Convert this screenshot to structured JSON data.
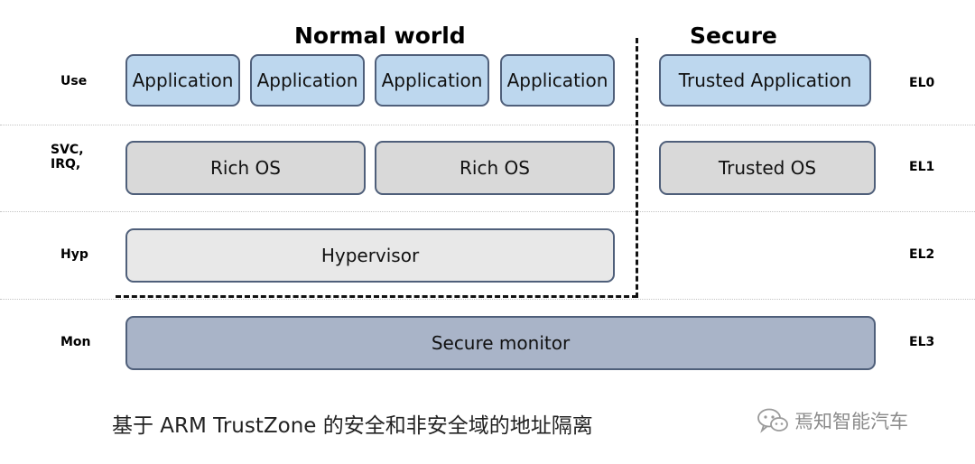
{
  "headings": {
    "normal": "Normal world",
    "secure": "Secure"
  },
  "rows": [
    {
      "mode": "Use",
      "level": "EL0"
    },
    {
      "mode": "SVC,\nIRQ,\n...",
      "level": "EL1"
    },
    {
      "mode": "Hyp",
      "level": "EL2"
    },
    {
      "mode": "Mon",
      "level": "EL3"
    }
  ],
  "normal_world": {
    "applications": [
      "Application",
      "Application",
      "Application",
      "Application"
    ],
    "rich_os": [
      "Rich OS",
      "Rich OS"
    ],
    "hypervisor": "Hypervisor"
  },
  "secure_world": {
    "trusted_application": "Trusted Application",
    "trusted_os": "Trusted OS"
  },
  "secure_monitor": "Secure monitor",
  "caption": "基于 ARM TrustZone 的安全和非安全域的地址隔离",
  "watermark": "焉知智能汽车",
  "colors": {
    "application_fill": "#bdd7ee",
    "os_fill": "#d9d9d9",
    "hypervisor_fill": "#e8e8e8",
    "monitor_fill": "#a9b4c8",
    "border": "#4f5f7a"
  }
}
